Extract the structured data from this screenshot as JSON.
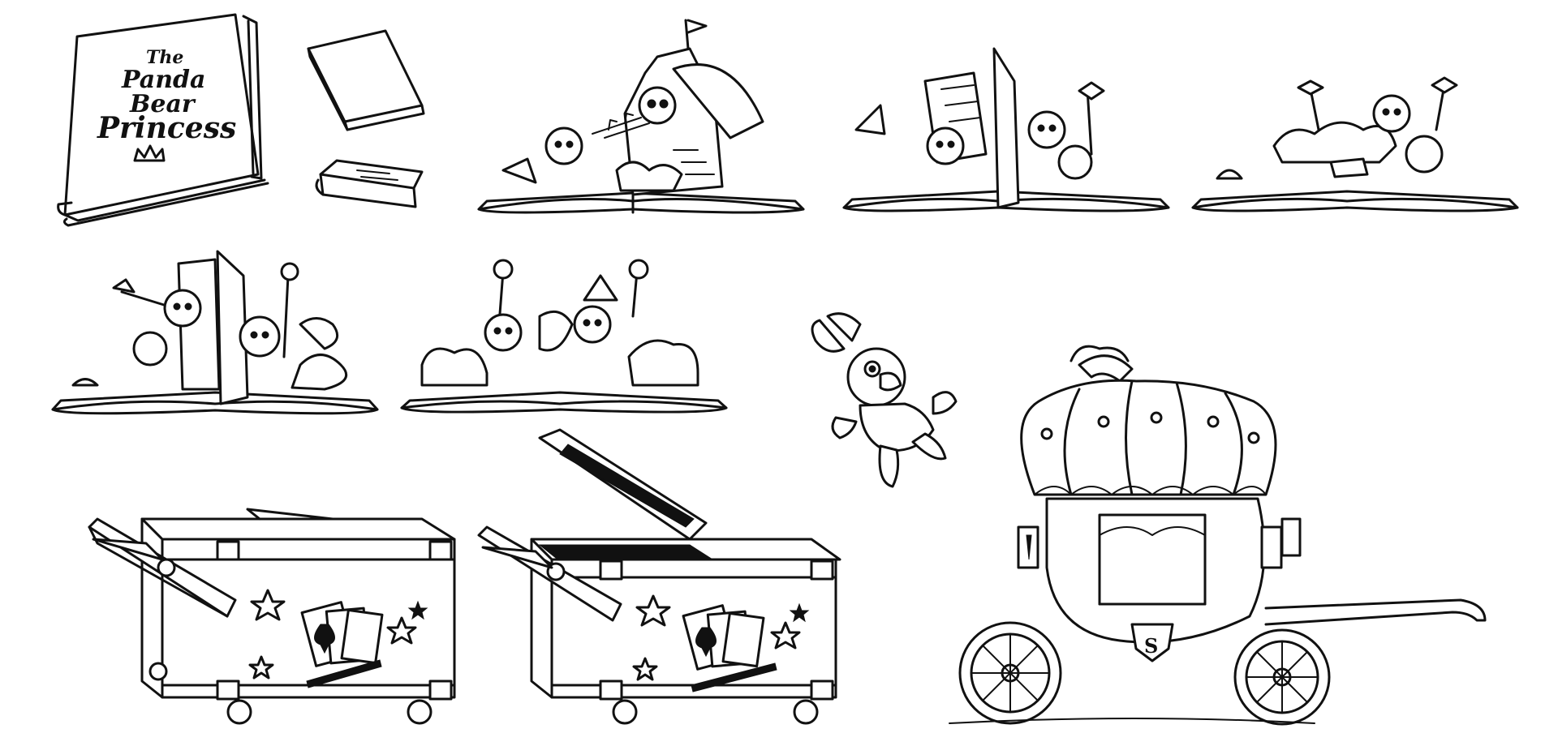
{
  "sheet": {
    "background": "#ffffff",
    "ink_color": "#111111"
  },
  "book_cover": {
    "title_line_1": "The",
    "title_line_2": "Panda",
    "title_line_3": "Bear",
    "title_line_4": "Princess"
  },
  "icons": {
    "crown": "crown-icon",
    "spade_card": "ace-of-spades-icon",
    "stars": "star-icon",
    "wand": "magic-wand-icon",
    "music_notes": "music-note-icon",
    "shield_letter": "S"
  }
}
